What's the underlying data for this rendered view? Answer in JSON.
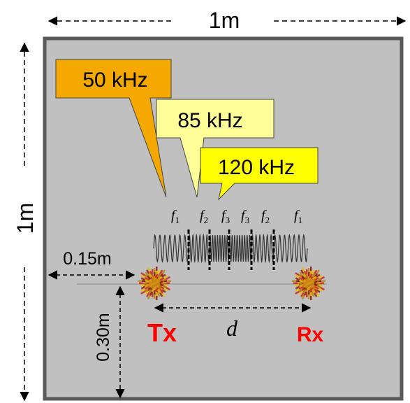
{
  "dimensions": {
    "width_label": "1m",
    "height_label": "1m",
    "offset_x_label": "0.15m",
    "offset_y_label": "0.30m"
  },
  "callouts": [
    {
      "text": "50 kHz",
      "color": "#F5A800"
    },
    {
      "text": "85 kHz",
      "color": "#FFFF99"
    },
    {
      "text": "120 kHz",
      "color": "#FFFF00"
    }
  ],
  "frequency_labels": [
    "f",
    "f",
    "f",
    "f",
    "f",
    "f"
  ],
  "frequency_subscripts": [
    "1",
    "2",
    "3",
    "3",
    "2",
    "1"
  ],
  "transmitter_label": "Tx",
  "receiver_label": "Rx",
  "distance_label": "d",
  "colors": {
    "plate": "#C0C0C0",
    "plate_border": "#595959",
    "txrx_label": "#FF0000"
  }
}
